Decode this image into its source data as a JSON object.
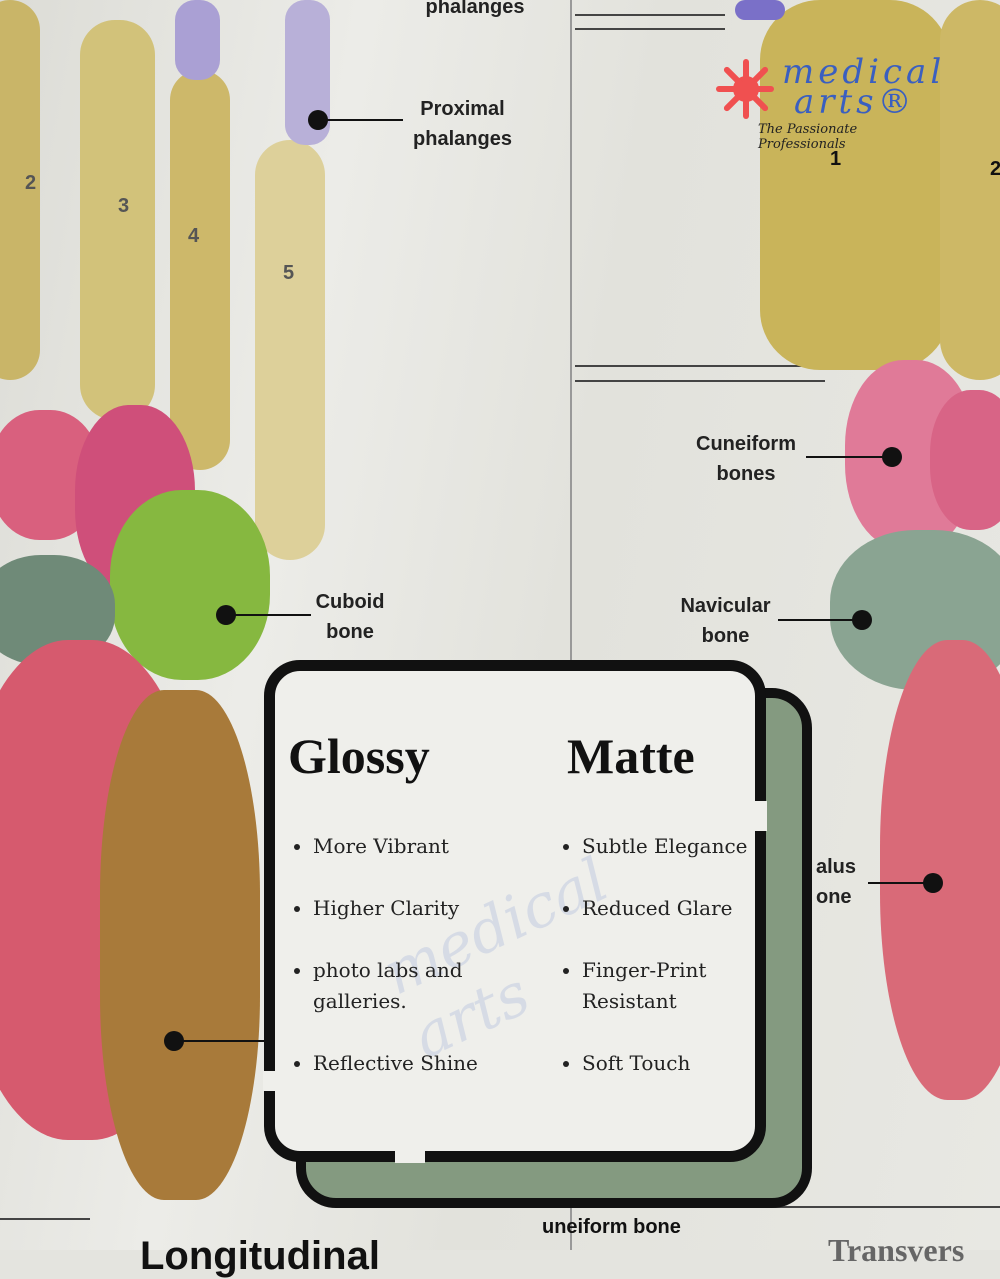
{
  "background": {
    "labels": {
      "distal_phalanges": "phalanges",
      "proximal_phalanges": "Proximal phalanges",
      "cuboid": "Cuboid bone",
      "cuneiform": "Cuneiform bones",
      "navicular": "Navicular bone",
      "talus": "alus one",
      "cuneiform_bone_bottom": "uneiform bone",
      "bottom_left": "Longitudinal",
      "bottom_right": "Transvers"
    },
    "toe_numbers": [
      "2",
      "3",
      "4",
      "5",
      "1",
      "2"
    ]
  },
  "logo": {
    "line1": "medical",
    "line2": "arts®",
    "tagline": "The Passionate Professionals",
    "brand_color": "#3a5fc0",
    "splash_color": "#f05050"
  },
  "card": {
    "glossy": {
      "title": "Glossy",
      "items": [
        "More Vibrant",
        "Higher Clarity",
        "photo labs and galleries.",
        "Reflective Shine"
      ]
    },
    "matte": {
      "title": "Matte",
      "items": [
        "Subtle Elegance",
        "Reduced Glare",
        "Finger-Print Resistant",
        "Soft Touch"
      ]
    },
    "colors": {
      "card": "#efefeb",
      "shadow": "#849a80",
      "border": "#111111"
    }
  }
}
